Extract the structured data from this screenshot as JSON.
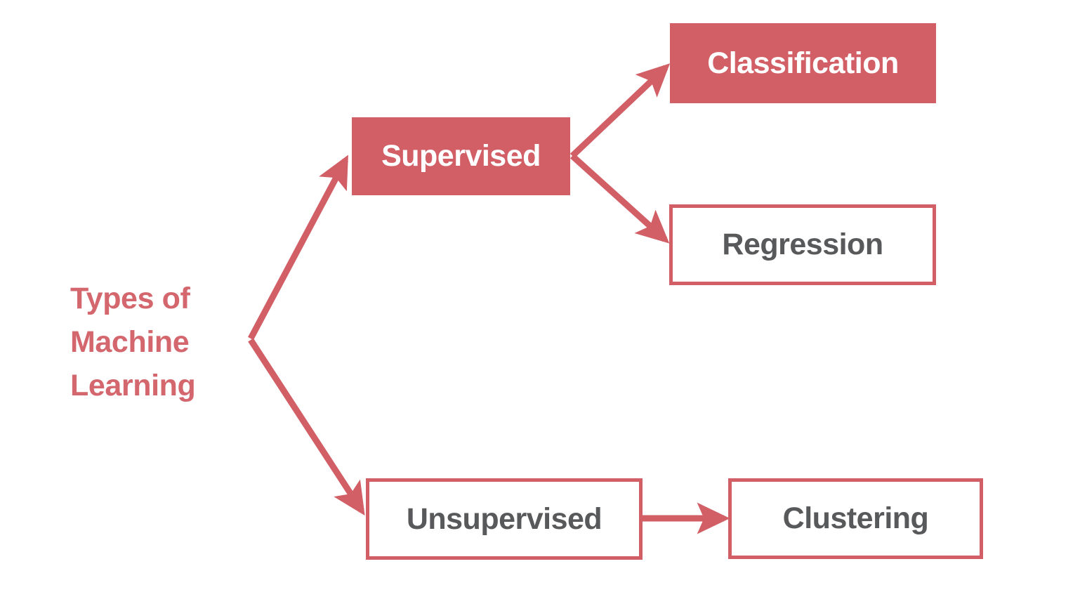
{
  "diagram": {
    "title": "Types of Machine Learning",
    "root": {
      "label_lines": [
        "Types of",
        "Machine",
        "Learning"
      ],
      "color": "#d4666e"
    },
    "colors": {
      "accent": "#d25e66",
      "accent_text": "#d4666e",
      "node_text_dark": "#58595b",
      "node_text_light": "#ffffff",
      "background": "#ffffff"
    },
    "nodes": [
      {
        "id": "supervised",
        "label": "Supervised",
        "style": "filled"
      },
      {
        "id": "classification",
        "label": "Classification",
        "style": "filled"
      },
      {
        "id": "regression",
        "label": "Regression",
        "style": "outlined"
      },
      {
        "id": "unsupervised",
        "label": "Unsupervised",
        "style": "outlined"
      },
      {
        "id": "clustering",
        "label": "Clustering",
        "style": "outlined"
      }
    ],
    "edges": [
      {
        "id": "root-to-supervised",
        "from": "root",
        "to": "supervised"
      },
      {
        "id": "root-to-unsupervised",
        "from": "root",
        "to": "unsupervised"
      },
      {
        "id": "supervised-to-classification",
        "from": "supervised",
        "to": "classification"
      },
      {
        "id": "supervised-to-regression",
        "from": "supervised",
        "to": "regression"
      },
      {
        "id": "unsupervised-to-clustering",
        "from": "unsupervised",
        "to": "clustering"
      }
    ]
  }
}
